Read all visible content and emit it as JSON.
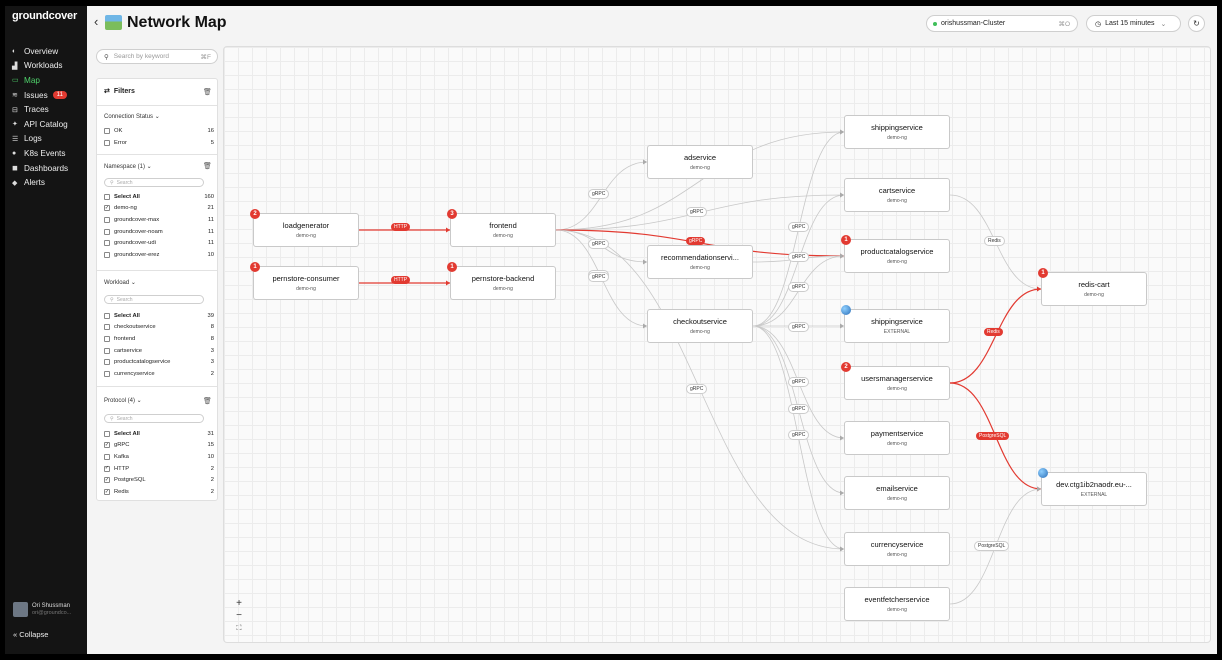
{
  "app": {
    "logo": "groundcover",
    "page_title": "Network Map",
    "back_symbol": "‹"
  },
  "nav": [
    {
      "label": "Overview",
      "icon": "gauge-icon",
      "glyph": "◐"
    },
    {
      "label": "Workloads",
      "icon": "workloads-icon",
      "glyph": "▟"
    },
    {
      "label": "Map",
      "icon": "map-icon",
      "glyph": "▭",
      "active": true
    },
    {
      "label": "Issues",
      "icon": "issues-icon",
      "glyph": "≋",
      "badge": "11"
    },
    {
      "label": "Traces",
      "icon": "traces-icon",
      "glyph": "⊟"
    },
    {
      "label": "API Catalog",
      "icon": "api-icon",
      "glyph": "✦"
    },
    {
      "label": "Logs",
      "icon": "logs-icon",
      "glyph": "☰"
    },
    {
      "label": "K8s Events",
      "icon": "events-icon",
      "glyph": "●"
    },
    {
      "label": "Dashboards",
      "icon": "dashboards-icon",
      "glyph": "◼"
    },
    {
      "label": "Alerts",
      "icon": "alerts-icon",
      "glyph": "◆"
    }
  ],
  "user": {
    "name": "Ori Shussman",
    "email": "ori@groundco..."
  },
  "collapse_label": "« Collapse",
  "topbar": {
    "cluster": "orishussman-Cluster",
    "cluster_kbd": "⌘O",
    "time_range": "Last 15 minutes",
    "time_caret": "⌄",
    "refresh_glyph": "↻",
    "time_glyph": "◷"
  },
  "search": {
    "placeholder": "Search by keyword",
    "kbd": "⌘F",
    "glyph": "⚲"
  },
  "filters": {
    "title": "Filters",
    "connection_status": {
      "title": "Connection Status  ⌄",
      "items": [
        {
          "label": "OK",
          "count": "16"
        },
        {
          "label": "Error",
          "count": "5"
        }
      ]
    },
    "namespace": {
      "title": "Namespace (1)  ⌄",
      "search": "Search",
      "items": [
        {
          "label": "Select All",
          "count": "160",
          "checked": false,
          "bold": true
        },
        {
          "label": "demo-ng",
          "count": "21",
          "checked": true
        },
        {
          "label": "groundcover-max",
          "count": "11",
          "checked": false
        },
        {
          "label": "groundcover-noam",
          "count": "11",
          "checked": false
        },
        {
          "label": "groundcover-udi",
          "count": "11",
          "checked": false
        },
        {
          "label": "groundcover-erez",
          "count": "10",
          "checked": false
        }
      ]
    },
    "workload": {
      "title": "Workload  ⌄",
      "search": "Search",
      "items": [
        {
          "label": "Select All",
          "count": "39",
          "checked": false,
          "bold": true
        },
        {
          "label": "checkoutservice",
          "count": "8",
          "checked": false
        },
        {
          "label": "frontend",
          "count": "8",
          "checked": false
        },
        {
          "label": "cartservice",
          "count": "3",
          "checked": false
        },
        {
          "label": "productcatalogservice",
          "count": "3",
          "checked": false
        },
        {
          "label": "currencyservice",
          "count": "2",
          "checked": false
        }
      ]
    },
    "protocol": {
      "title": "Protocol (4)  ⌄",
      "search": "Search",
      "items": [
        {
          "label": "Select All",
          "count": "31",
          "checked": false,
          "bold": true
        },
        {
          "label": "gRPC",
          "count": "15",
          "checked": true
        },
        {
          "label": "Kafka",
          "count": "10",
          "checked": false
        },
        {
          "label": "HTTP",
          "count": "2",
          "checked": true
        },
        {
          "label": "PostgreSQL",
          "count": "2",
          "checked": true
        },
        {
          "label": "Redis",
          "count": "2",
          "checked": true
        }
      ]
    }
  },
  "colors": {
    "error": "#e23a31",
    "edge": "#c8c8c8",
    "accent": "#4fd36b"
  },
  "map": {
    "nodes": [
      {
        "id": "loadgenerator",
        "name": "loadgenerator",
        "ns": "demo-ng",
        "badge": "2"
      },
      {
        "id": "pernstore-consumer",
        "name": "pernstore-consumer",
        "ns": "demo-ng",
        "badge": "1"
      },
      {
        "id": "frontend",
        "name": "frontend",
        "ns": "demo-ng",
        "badge": "3"
      },
      {
        "id": "pernstore-backend",
        "name": "pernstore-backend",
        "ns": "demo-ng",
        "badge": "1"
      },
      {
        "id": "adservice",
        "name": "adservice",
        "ns": "demo-ng"
      },
      {
        "id": "recommendationservice",
        "name": "recommendationservi...",
        "ns": "demo-ng"
      },
      {
        "id": "checkoutservice",
        "name": "checkoutservice",
        "ns": "demo-ng"
      },
      {
        "id": "shippingservice",
        "name": "shippingservice",
        "ns": "demo-ng"
      },
      {
        "id": "cartservice",
        "name": "cartservice",
        "ns": "demo-ng"
      },
      {
        "id": "productcatalogservice",
        "name": "productcatalogservice",
        "ns": "demo-ng",
        "badge": "1"
      },
      {
        "id": "shippingservice-ext",
        "name": "shippingservice",
        "ns": "EXTERNAL",
        "globe": true
      },
      {
        "id": "usersmanagerservice",
        "name": "usersmanagerservice",
        "ns": "demo-ng",
        "badge": "2"
      },
      {
        "id": "paymentservice",
        "name": "paymentservice",
        "ns": "demo-ng"
      },
      {
        "id": "emailservice",
        "name": "emailservice",
        "ns": "demo-ng"
      },
      {
        "id": "currencyservice",
        "name": "currencyservice",
        "ns": "demo-ng"
      },
      {
        "id": "eventfetcherservice",
        "name": "eventfetcherservice",
        "ns": "demo-ng"
      },
      {
        "id": "redis-cart",
        "name": "redis-cart",
        "ns": "demo-ng",
        "badge": "1"
      },
      {
        "id": "dev-ctg",
        "name": "dev.ctg1ib2naodr.eu-...",
        "ns": "EXTERNAL",
        "globe": true
      }
    ],
    "edges": [
      {
        "from": "loadgenerator",
        "to": "frontend",
        "error": true
      },
      {
        "from": "pernstore-consumer",
        "to": "pernstore-backend",
        "error": true
      },
      {
        "from": "frontend",
        "to": "adservice"
      },
      {
        "from": "frontend",
        "to": "recommendationservice"
      },
      {
        "from": "frontend",
        "to": "checkoutservice"
      },
      {
        "from": "frontend",
        "to": "shippingservice"
      },
      {
        "from": "frontend",
        "to": "cartservice"
      },
      {
        "from": "frontend",
        "to": "productcatalogservice",
        "error": true
      },
      {
        "from": "frontend",
        "to": "currencyservice"
      },
      {
        "from": "recommendationservice",
        "to": "productcatalogservice"
      },
      {
        "from": "checkoutservice",
        "to": "shippingservice"
      },
      {
        "from": "checkoutservice",
        "to": "cartservice"
      },
      {
        "from": "checkoutservice",
        "to": "productcatalogservice"
      },
      {
        "from": "checkoutservice",
        "to": "shippingservice-ext"
      },
      {
        "from": "checkoutservice",
        "to": "paymentservice"
      },
      {
        "from": "checkoutservice",
        "to": "emailservice"
      },
      {
        "from": "checkoutservice",
        "to": "currencyservice"
      },
      {
        "from": "cartservice",
        "to": "redis-cart"
      },
      {
        "from": "usersmanagerservice",
        "to": "redis-cart",
        "error": true
      },
      {
        "from": "usersmanagerservice",
        "to": "dev-ctg",
        "error": true
      },
      {
        "from": "eventfetcherservice",
        "to": "dev-ctg"
      }
    ],
    "edge_labels": [
      {
        "text": "HTTP",
        "error": true
      },
      {
        "text": "HTTP",
        "error": true
      },
      {
        "text": "gRPC",
        "error": false
      },
      {
        "text": "gRPC",
        "error": false
      },
      {
        "text": "gRPC",
        "error": false
      },
      {
        "text": "gRPC",
        "error": false
      },
      {
        "text": "gRPC",
        "error": true
      },
      {
        "text": "gRPC",
        "error": false
      },
      {
        "text": "gRPC",
        "error": false
      },
      {
        "text": "gRPC",
        "error": false
      },
      {
        "text": "gRPC",
        "error": false
      },
      {
        "text": "gRPC",
        "error": false
      },
      {
        "text": "gRPC",
        "error": false
      },
      {
        "text": "gRPC",
        "error": false
      },
      {
        "text": "gRPC",
        "error": false
      },
      {
        "text": "gRPC",
        "error": false
      },
      {
        "text": "Redis",
        "error": false
      },
      {
        "text": "Redis",
        "error": true
      },
      {
        "text": "PostgreSQL",
        "error": true
      },
      {
        "text": "PostgreSQL",
        "error": false
      }
    ],
    "zoom_controls": [
      "+",
      "−",
      "⛶"
    ]
  }
}
